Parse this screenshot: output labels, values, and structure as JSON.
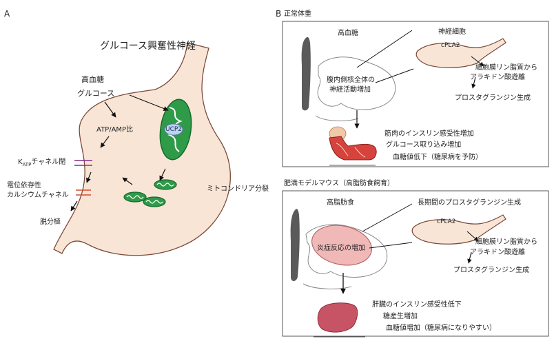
{
  "panel_a": {
    "label": "A",
    "title": "グルコース興奮性神経",
    "high_glucose": "高血糖",
    "glucose": "グルコース",
    "atp_amp": "ATP/AMP比",
    "katp_k": "K",
    "katp_sub": "ATP",
    "katp_rest": "チャネル閉",
    "calcium_1": "電位依存性",
    "calcium_2": "カルシウムチャネル",
    "depolarization": "脱分極",
    "ucp2": "UCP2",
    "fission": "ミトコンドリア分裂"
  },
  "panel_b": {
    "label": "B",
    "normal": {
      "heading": "正常体重",
      "high_glucose": "高血糖",
      "neuron": "神経細胞",
      "cpla2": "cPLA2",
      "arachidonic_1": "細胞膜リン脂質から",
      "arachidonic_2": "アラキドン酸遊離",
      "prostaglandin": "プロスタグランジン生成",
      "vmh_1": "腹内側核全体の",
      "vmh_2": "神経活動増加",
      "muscle_1": "筋肉のインスリン感受性増加",
      "muscle_2": "グルコース取り込み増加",
      "muscle_3": "血糖値低下（糖尿病を予防）"
    },
    "obese": {
      "heading": "肥満モデルマウス（高脂肪食飼育）",
      "high_fat": "高脂肪食",
      "long_term": "長期間のプロスタグランジン生成",
      "cpla2": "cPLA2",
      "arachidonic_1": "細胞膜リン脂質から",
      "arachidonic_2": "アラキドン酸遊離",
      "prostaglandin": "プロスタグランジン生成",
      "inflammation": "炎症反応の増加",
      "liver_1": "肝臓のインスリン感受性低下",
      "liver_2": "糖産生増加",
      "liver_3": "血糖値増加（糖尿病になりやすい）"
    }
  },
  "colors": {
    "neuron_fill": "#f8e5d6",
    "neuron_stroke": "#7a4a3a",
    "mito_green": "#2f9a48",
    "mito_dark": "#146b2c",
    "ucp2": "#bcd3f0",
    "katp_bar": "#8b2a8c",
    "ca_bar": "#d24a2c",
    "inflammation": "#f1b8b8",
    "liver": "#c75465",
    "brain_gray": "#5a5a5a"
  }
}
